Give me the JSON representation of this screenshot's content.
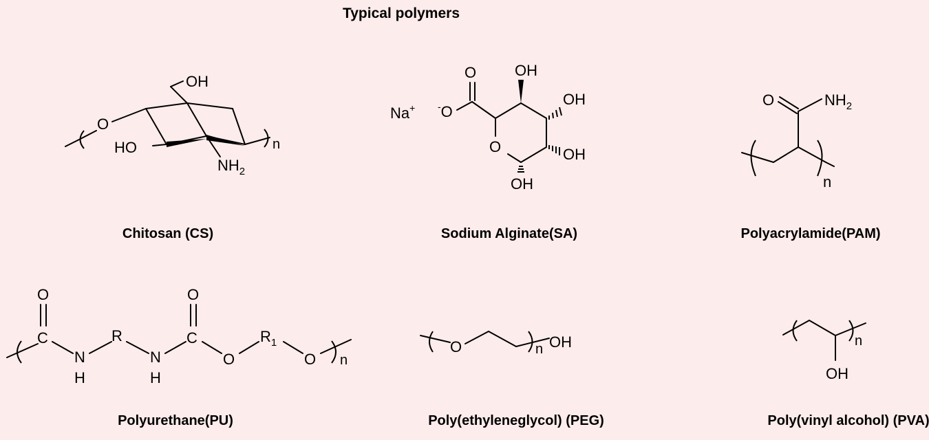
{
  "title": "Typical polymers",
  "polymers": [
    {
      "name": "Chitosan (CS)",
      "atoms": {
        "o_link": "O",
        "oh_top": "OH",
        "ho_left": "HO",
        "nh": "NH",
        "nh_sub": "2",
        "repeat_n": "n"
      }
    },
    {
      "name": "Sodium Alginate(SA)",
      "atoms": {
        "na": "Na",
        "na_charge": "+",
        "o_dbl": "O",
        "o_neg": "O",
        "o_neg_charge": "-",
        "o_ring": "O",
        "oh_top": "OH",
        "oh_r1": "OH",
        "oh_r2": "OH",
        "oh_bottom": "OH"
      }
    },
    {
      "name": "Polyacrylamide(PAM)",
      "atoms": {
        "o": "O",
        "nh": "NH",
        "nh_sub": "2",
        "repeat_n": "n"
      }
    },
    {
      "name": "Polyurethane(PU)",
      "atoms": {
        "o_top1": "O",
        "c1": "C",
        "n1": "N",
        "h1": "H",
        "r": "R",
        "n2": "N",
        "h2": "H",
        "o_top2": "O",
        "c2": "C",
        "o1": "O",
        "r1": "R",
        "r1_sub": "1",
        "o2": "O",
        "repeat_n": "n"
      }
    },
    {
      "name": "Poly(ethyleneglycol) (PEG)",
      "atoms": {
        "o": "O",
        "repeat_n": "n",
        "oh": "OH"
      }
    },
    {
      "name": "Poly(vinyl alcohol) (PVA)",
      "atoms": {
        "repeat_n": "n",
        "oh": "OH"
      }
    }
  ]
}
